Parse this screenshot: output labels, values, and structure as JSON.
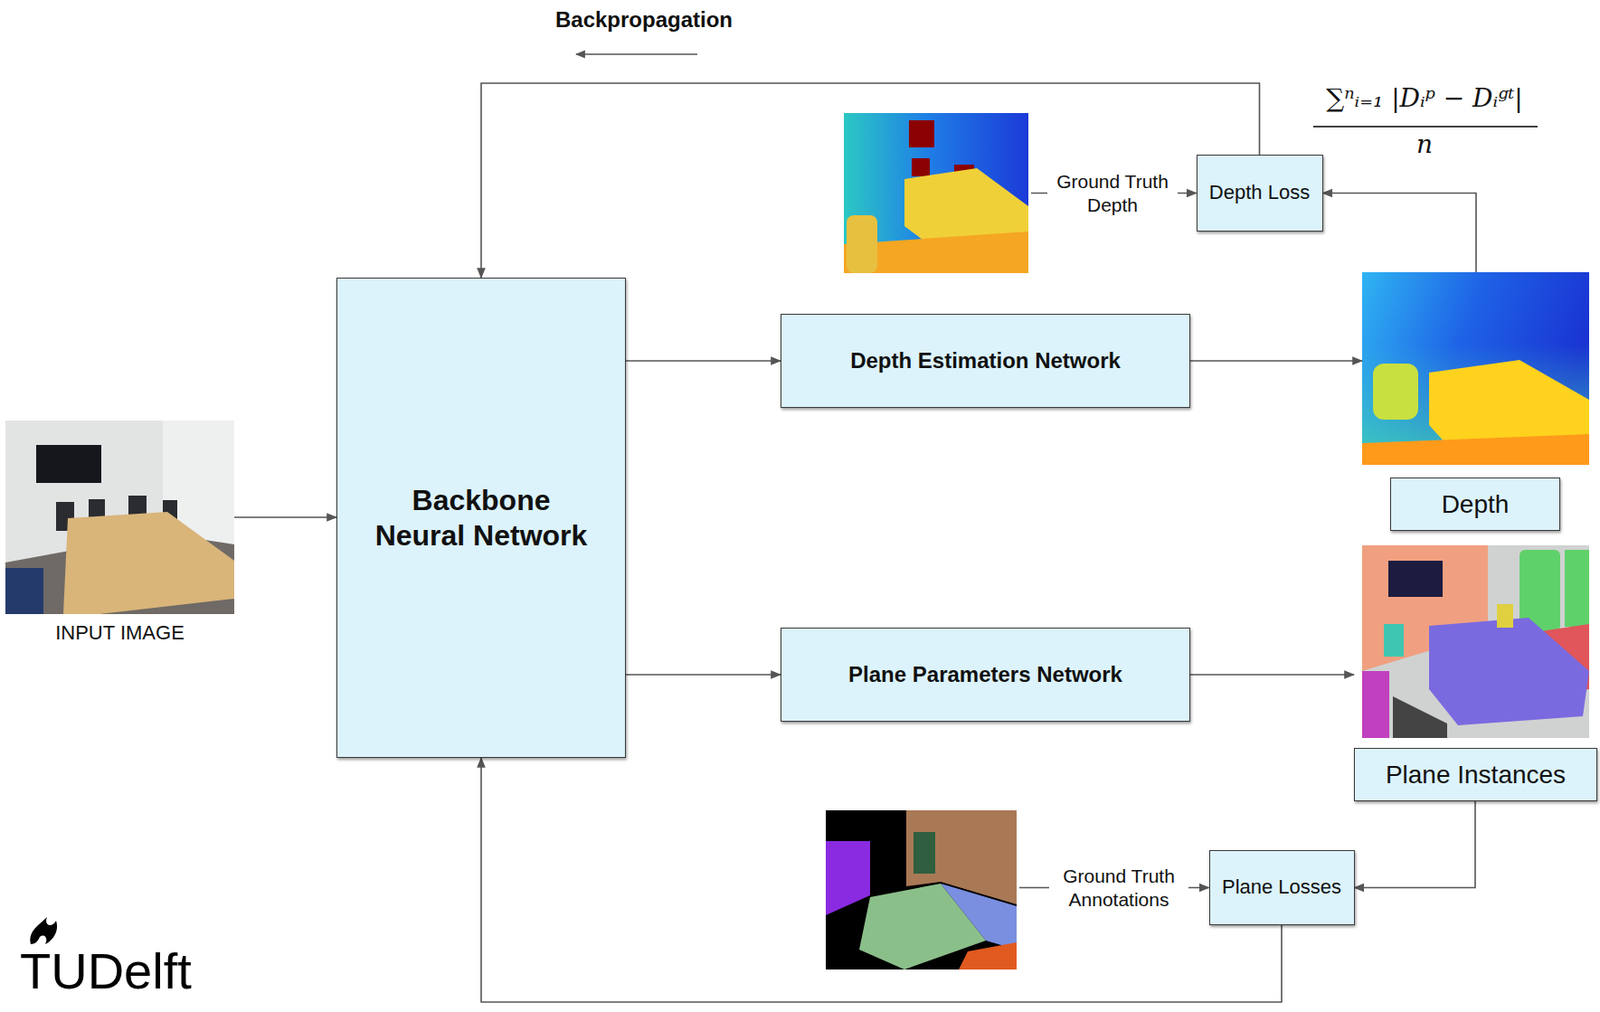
{
  "diagram": {
    "nodes": [
      {
        "text": [
          "INPUT IMAGE"
        ]
      },
      {
        "text": [
          "Backbone Neural Network"
        ]
      },
      {
        "text": [
          "Depth Estimation Network"
        ]
      },
      {
        "text": [
          "Plane Parameters Network"
        ]
      },
      {
        "text": [
          "Depth Loss"
        ]
      },
      {
        "text": [
          "Depth"
        ]
      },
      {
        "text": [
          "Plane Instances"
        ]
      },
      {
        "text": [
          "Plane Losses"
        ]
      }
    ],
    "edges": [
      {
        "from": 0,
        "to": 1,
        "arrow": "to"
      },
      {
        "from": 1,
        "to": 2,
        "arrow": "to"
      },
      {
        "from": 1,
        "to": 3,
        "arrow": "to"
      },
      {
        "from": 2,
        "to": 5,
        "arrow": "to"
      },
      {
        "from": 3,
        "to": 6,
        "arrow": "to"
      },
      {
        "from": 5,
        "to": 4,
        "arrow": "to"
      },
      {
        "from": 6,
        "to": 7,
        "arrow": "to"
      },
      {
        "from": 4,
        "to": 1,
        "arrow": "to"
      },
      {
        "from": 7,
        "to": 1,
        "arrow": "to"
      }
    ],
    "labels": [
      "Backpropagation",
      "∑ⁿᵢ₌₁ |Dᵢᵖ − Dᵢᵍᵗ|",
      "n",
      "Ground Truth Depth",
      "Ground Truth Annotations",
      "TUDelft"
    ]
  }
}
